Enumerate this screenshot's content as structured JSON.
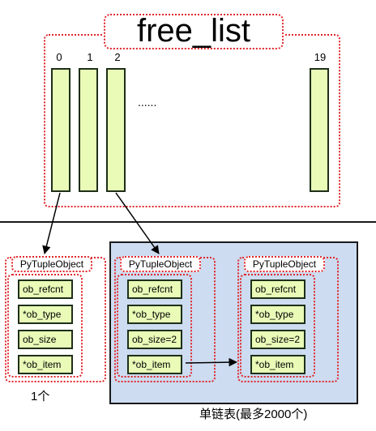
{
  "title": "free_list",
  "indices": [
    "0",
    "1",
    "2",
    "19"
  ],
  "ellipsis": "......",
  "struct_name": "PyTupleObject",
  "left_obj": {
    "fields": [
      "ob_refcnt",
      "*ob_type",
      "ob_size",
      "*ob_item"
    ],
    "caption": "1个"
  },
  "chain_obj1": {
    "fields": [
      "ob_refcnt",
      "*ob_type",
      "ob_size=2",
      "*ob_item"
    ]
  },
  "chain_obj2": {
    "fields": [
      "ob_refcnt",
      "*ob_type",
      "ob_size=2",
      "*ob_item"
    ]
  },
  "chain_caption": "单链表(最多2000个)",
  "colors": {
    "slot_fill": "#e9fbb7",
    "dotted_border": "#e0262b",
    "chain_bg": "#cddcf0"
  }
}
